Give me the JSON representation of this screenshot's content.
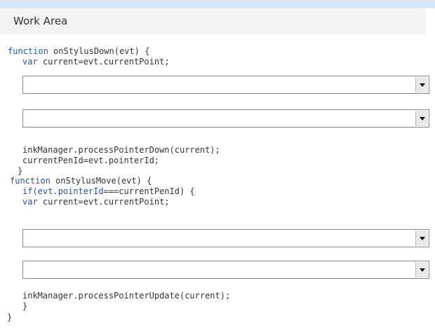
{
  "header": {
    "title": "Work Area"
  },
  "code": {
    "l1_kw": "function",
    "l1_rest": " onStylusDown(evt) {",
    "l2_kw": "var",
    "l2_rest": " current=evt.currentPoint;",
    "l3": "inkManager.processPointerDown(current);",
    "l4": "currentPenId=evt.pointerId;",
    "l5": "}",
    "l6_kw": "function",
    "l6_rest": " onStylusMove(evt) {",
    "l7_kw": "if(evt.pointerId",
    "l7_rest": "===currentPenId) {",
    "l8_kw": "var",
    "l8_rest": " current=evt.currentPoint;",
    "l9": "inkManager.processPointerUpdate(current);",
    "l10": "}",
    "l11": "}"
  },
  "dropdowns": [
    {
      "value": ""
    },
    {
      "value": ""
    },
    {
      "value": ""
    },
    {
      "value": ""
    }
  ],
  "icons": {
    "dropdown_arrow": "chevron-down-icon"
  },
  "colors": {
    "keyword": "#2a4ea8",
    "text": "#333333",
    "header_bg": "#f3f3f3",
    "topbar": "#d7e7f7"
  }
}
